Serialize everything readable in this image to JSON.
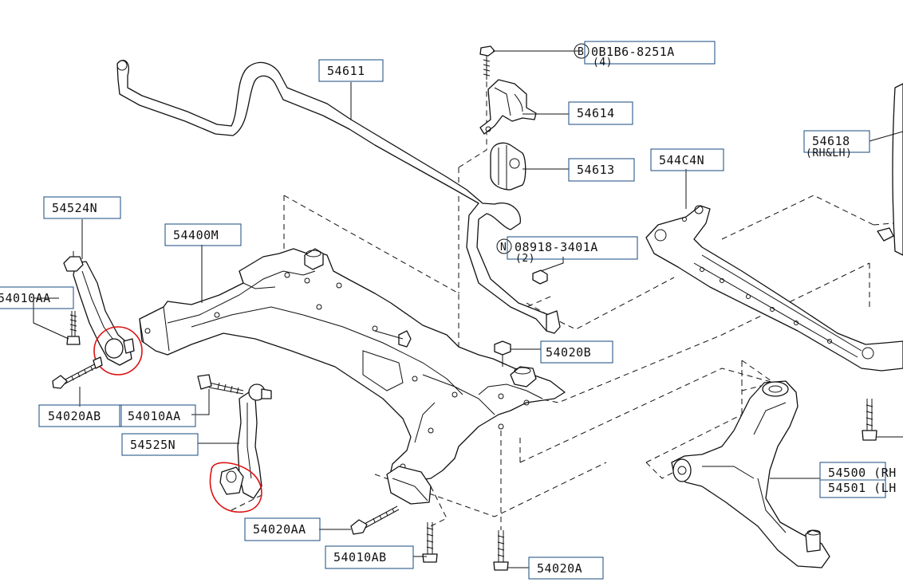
{
  "diagram": {
    "labels": {
      "bolt_b": "0B1B6-8251A",
      "bolt_b_qty": "(4)",
      "bolt_b_marker": "B",
      "stab_bar": "54611",
      "clamp": "54614",
      "bushing": "54613",
      "mount_rhlh": "54618",
      "mount_rhlh_sub": "(RH&LH)",
      "brace": "544C4N",
      "link_left": "54524N",
      "member": "54400M",
      "nut_n": "08918-3401A",
      "nut_n_qty": "(2)",
      "nut_n_marker": "N",
      "bolt_left_1": "54010AA",
      "nut_20b": "54020B",
      "bolt_ab": "54020AB",
      "bolt_aa_mid": "54010AA",
      "link_right": "54525N",
      "arm_rh": "54500 (RH",
      "arm_lh": "54501 (LH",
      "bolt_20aa": "54020AA",
      "bolt_10ab": "54010AB",
      "bolt_20a": "54020A"
    }
  }
}
